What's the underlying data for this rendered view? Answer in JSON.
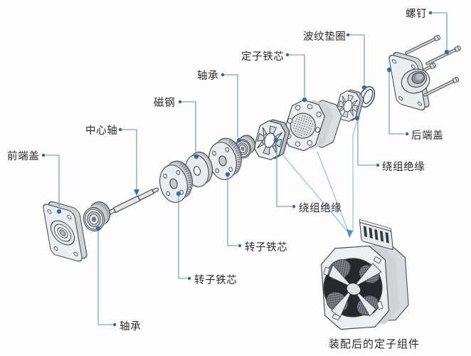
{
  "labels": {
    "front_end_cover": "前端盖",
    "center_shaft": "中心轴",
    "magnet": "磁钢",
    "bearing_top": "轴承",
    "stator_core": "定子铁芯",
    "wave_washer": "波纹垫圈",
    "screws": "螺钉",
    "rear_end_cover": "后端盖",
    "winding_insulation_right": "绕组绝缘",
    "winding_insulation_left": "绕组绝缘",
    "rotor_core_right": "转子铁芯",
    "rotor_core_left": "转子铁芯",
    "bearing_bottom": "轴承",
    "assembled_caption": "装配后的定子组件"
  },
  "colors": {
    "background": "#fdfdfd",
    "part_outline": "#3d4247",
    "part_fill": "#ebedef",
    "part_shade": "#cfd3d6",
    "leader_line": "#82a7a9",
    "leader_dot": "#2e6f73",
    "part_marker": "#2d6fb3",
    "converge_line": "#8ab8dc",
    "text": "#2b2b2b"
  }
}
